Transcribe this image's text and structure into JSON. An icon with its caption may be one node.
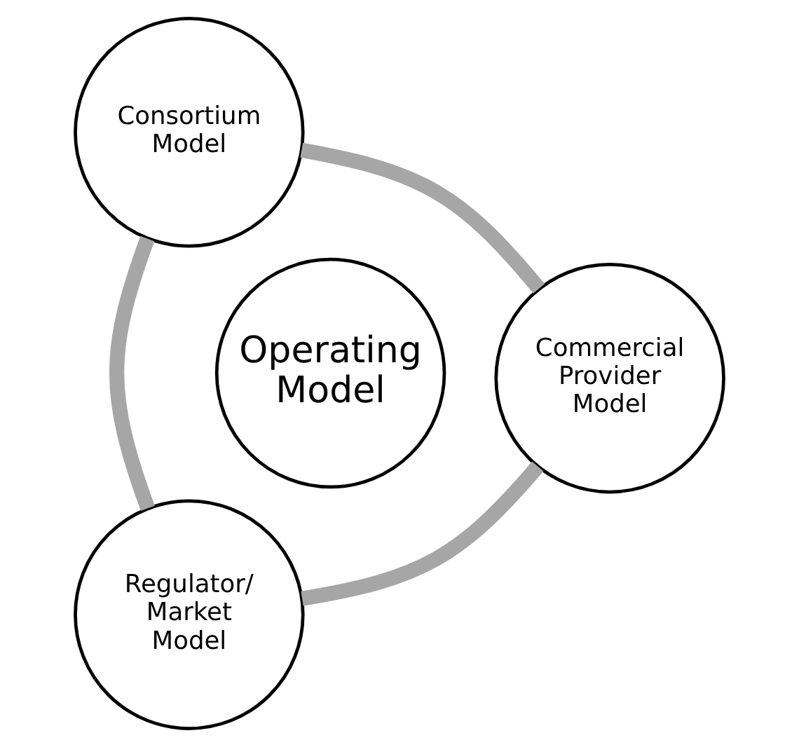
{
  "diagram": {
    "nodes": [
      {
        "text": [
          "Regulator/ Market Model"
        ]
      },
      {
        "text": [
          "Operating Model"
        ]
      },
      {
        "text": [
          "Commercial Provider Model"
        ]
      },
      {
        "text": [
          "Consortium Model"
        ]
      }
    ],
    "edges": [
      {
        "from": 0,
        "to": 3,
        "arrow": "none"
      },
      {
        "from": 3,
        "to": 2,
        "arrow": "none"
      },
      {
        "from": 2,
        "to": 0,
        "arrow": "none"
      }
    ]
  }
}
